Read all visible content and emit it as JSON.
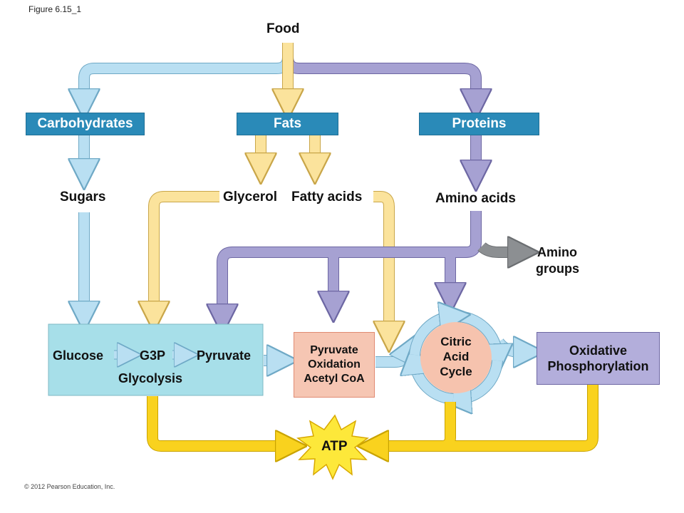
{
  "figure_label": "Figure 6.15_1",
  "copyright": "© 2012 Pearson Education, Inc.",
  "nodes": {
    "food": "Food",
    "carbohydrates": "Carbohydrates",
    "fats": "Fats",
    "proteins": "Proteins",
    "sugars": "Sugars",
    "glycerol": "Glycerol",
    "fatty_acids": "Fatty acids",
    "amino_acids": "Amino acids",
    "amino_groups_line1": "Amino",
    "amino_groups_line2": "groups",
    "glucose": "Glucose",
    "g3p": "G3P",
    "pyruvate": "Pyruvate",
    "glycolysis": "Glycolysis",
    "pyruvate_oxidation_line1": "Pyruvate",
    "pyruvate_oxidation_line2": "Oxidation",
    "pyruvate_oxidation_line3": "Acetyl CoA",
    "citric_line1": "Citric",
    "citric_line2": "Acid",
    "citric_line3": "Cycle",
    "oxphos_line1": "Oxidative",
    "oxphos_line2": "Phosphorylation",
    "atp": "ATP"
  },
  "colors": {
    "carbohydrate_path": "#b9dff2",
    "fat_path": "#fbe39c",
    "protein_path": "#a6a1d2",
    "amino_group_path": "#8c8f92",
    "atp_path": "#f9d21e",
    "header_box": "#2a8ab8",
    "glycolysis_box": "#a7dfe9",
    "pyruvate_box": "#f6c6b3",
    "oxphos_box": "#b3aedb",
    "citric_cycle": "#f6c3ae",
    "atp_star": "#fde83a"
  }
}
